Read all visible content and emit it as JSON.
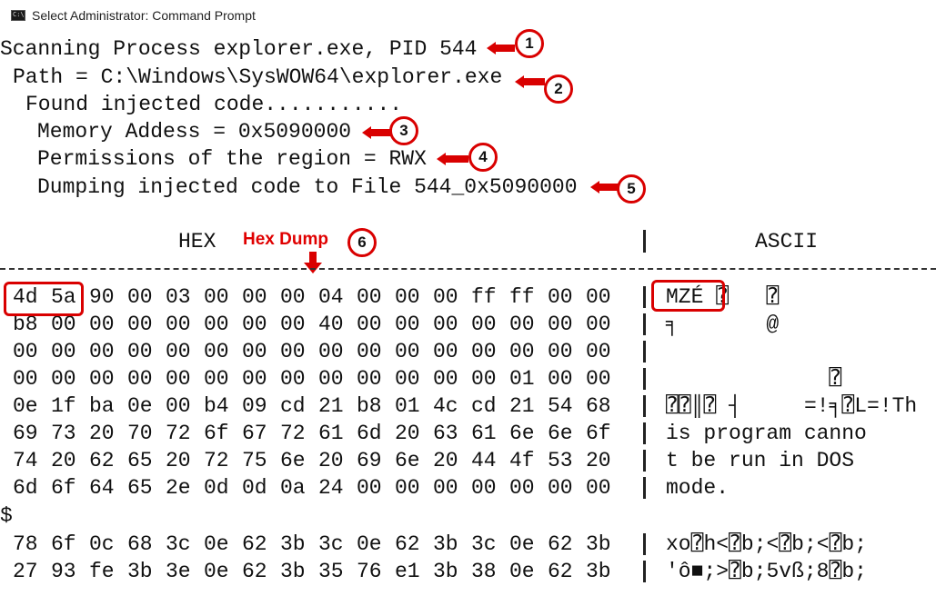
{
  "window": {
    "title": "Select Administrator: Command Prompt",
    "icon": "cmd-icon"
  },
  "output": {
    "line1": "Scanning Process explorer.exe, PID 544",
    "line2": "Path = C:\\Windows\\SysWOW64\\explorer.exe",
    "line3": "Found injected code...........",
    "line4": "Memory Addess = 0x5090000",
    "line5": "Permissions of the region = RWX",
    "line6": "Dumping injected code to File 544_0x5090000"
  },
  "callouts": [
    "1",
    "2",
    "3",
    "4",
    "5",
    "6"
  ],
  "accent_color": "#d90000",
  "dump": {
    "hex_header": "HEX",
    "ascii_header": "ASCII",
    "label": "Hex Dump",
    "separator": "|",
    "rows": [
      {
        "hex": [
          "4d",
          "5a",
          "90",
          "00",
          "03",
          "00",
          "00",
          "00",
          "04",
          "00",
          "00",
          "00",
          "ff",
          "ff",
          "00",
          "00"
        ],
        "ascii": "MZÉ ⍰   ⍰"
      },
      {
        "hex": [
          "b8",
          "00",
          "00",
          "00",
          "00",
          "00",
          "00",
          "00",
          "40",
          "00",
          "00",
          "00",
          "00",
          "00",
          "00",
          "00"
        ],
        "ascii": "╕       @"
      },
      {
        "hex": [
          "00",
          "00",
          "00",
          "00",
          "00",
          "00",
          "00",
          "00",
          "00",
          "00",
          "00",
          "00",
          "00",
          "00",
          "00",
          "00"
        ],
        "ascii": ""
      },
      {
        "hex": [
          "00",
          "00",
          "00",
          "00",
          "00",
          "00",
          "00",
          "00",
          "00",
          "00",
          "00",
          "00",
          "00",
          "01",
          "00",
          "00"
        ],
        "ascii": "             ⍰"
      },
      {
        "hex": [
          "0e",
          "1f",
          "ba",
          "0e",
          "00",
          "b4",
          "09",
          "cd",
          "21",
          "b8",
          "01",
          "4c",
          "cd",
          "21",
          "54",
          "68"
        ],
        "ascii": "⍰⍰║⍰ ┤     =!╕⍰L=!Th"
      },
      {
        "hex": [
          "69",
          "73",
          "20",
          "70",
          "72",
          "6f",
          "67",
          "72",
          "61",
          "6d",
          "20",
          "63",
          "61",
          "6e",
          "6e",
          "6f"
        ],
        "ascii": "is program canno"
      },
      {
        "hex": [
          "74",
          "20",
          "62",
          "65",
          "20",
          "72",
          "75",
          "6e",
          "20",
          "69",
          "6e",
          "20",
          "44",
          "4f",
          "53",
          "20"
        ],
        "ascii": "t be run in DOS"
      },
      {
        "hex": [
          "6d",
          "6f",
          "64",
          "65",
          "2e",
          "0d",
          "0d",
          "0a",
          "24",
          "00",
          "00",
          "00",
          "00",
          "00",
          "00",
          "00"
        ],
        "ascii": "mode."
      }
    ],
    "wrap_char": "$",
    "rows2": [
      {
        "hex": [
          "78",
          "6f",
          "0c",
          "68",
          "3c",
          "0e",
          "62",
          "3b",
          "3c",
          "0e",
          "62",
          "3b",
          "3c",
          "0e",
          "62",
          "3b"
        ],
        "ascii": "xo⍰h<⍰b;<⍰b;<⍰b;"
      },
      {
        "hex": [
          "27",
          "93",
          "fe",
          "3b",
          "3e",
          "0e",
          "62",
          "3b",
          "35",
          "76",
          "e1",
          "3b",
          "38",
          "0e",
          "62",
          "3b"
        ],
        "ascii": "'ô■;>⍰b;5vß;8⍰b;"
      }
    ]
  }
}
